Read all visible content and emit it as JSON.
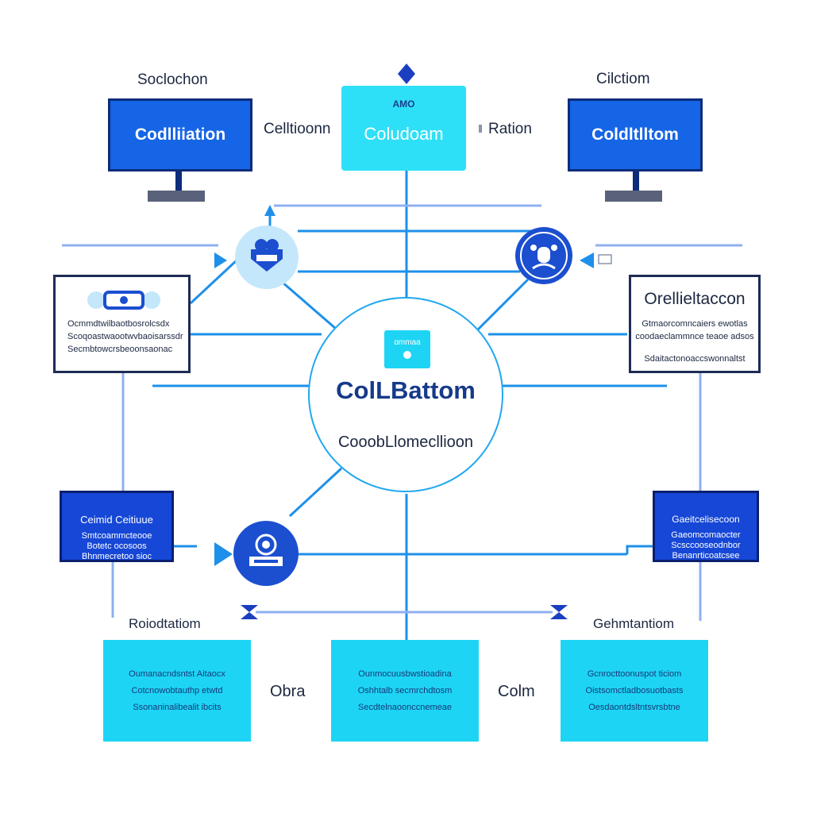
{
  "top": {
    "left_label": "Soclochon",
    "left_monitor": "Codlliiation",
    "center_left_label": "Celltioonn",
    "center_card_top": "AMO",
    "center_card_title": "Coludoam",
    "right_label": "Ration",
    "right_top_label": "Cilctiom",
    "right_monitor": "Coldltlltom"
  },
  "hub": {
    "badge": "ɑmmaa",
    "title": "ColLBattom",
    "subtitle": "CooobLlomecllioon"
  },
  "left_panel": {
    "lines": [
      "Ocmmdtwilbaotbosrolcsdx",
      "Scoqoastwaootwvbaoisarssdr",
      "Secmbtowcrsbeoonsaonac"
    ]
  },
  "right_panel": {
    "title": "Orellieltaccon",
    "lines": [
      "Gtmaorcomncaiers ewotlas",
      "coodaeclammnce teaoe adsos",
      "Sdaitactonoaccswonnaltst"
    ]
  },
  "mid_left_card": {
    "title": "Ceimid Ceitiuue",
    "lines": [
      "Smtcoammcteooe",
      "Botetc ocosoos",
      "Bhnmecretoo sioc"
    ]
  },
  "mid_right_card": {
    "title": "Gaeitcelisecoon",
    "lines": [
      "Gaeomcomaocter",
      "Scsccooseodnbor",
      "Benanrticoatcsee"
    ]
  },
  "bottom": {
    "left_label": "Roiodtatiom",
    "right_label": "Gehmtantiom",
    "between_left": "Obra",
    "between_right": "Colm",
    "cards": [
      {
        "lines": [
          "Oumanacndsntst Aitaocx",
          "Cotcnowobtauthp etwtd",
          "Ssonaninalibealit ibcits"
        ]
      },
      {
        "lines": [
          "Ounmocuusbwstioadina",
          "Oshhtalb secmrchdtosm",
          "Secdtelnaoonccnemeae"
        ]
      },
      {
        "lines": [
          "Gcnrocttoonuspot ticiom",
          "Oistsomctladbosuotbasts",
          "Oesdaontdsltntsvrsbtne"
        ]
      }
    ]
  },
  "colors": {
    "connector": "#1e90ea",
    "connector_light": "#8fb0f0",
    "monitor_blue": "#1565e6",
    "dark_card": "#1647d6",
    "cyan_card": "#1ed4f5",
    "hub_title": "#163a8a",
    "node_icon_light": "#c4e7fb",
    "node_icon_dark": "#1b4fd0"
  },
  "icons": [
    "diamond-marker-icon",
    "mascot-badge-icon",
    "robot-face-icon",
    "gear-chip-icon",
    "target-node-icon",
    "hourglass-connector-icon",
    "play-arrow-icon"
  ]
}
